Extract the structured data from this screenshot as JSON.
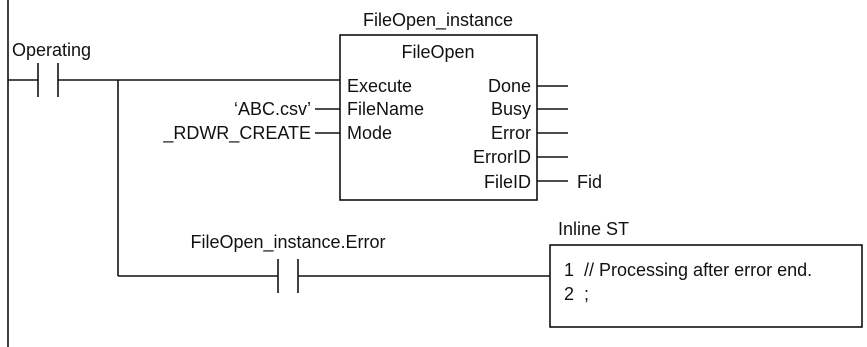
{
  "rung": {
    "input_contact_label": "Operating",
    "error_contact_label": "FileOpen_instance.Error"
  },
  "function_block": {
    "instance_name": "FileOpen_instance",
    "type_name": "FileOpen",
    "inputs": [
      "Execute",
      "FileName",
      "Mode"
    ],
    "outputs": [
      "Done",
      "Busy",
      "Error",
      "ErrorID",
      "FileID"
    ],
    "input_values": {
      "filename": "‘ABC.csv’",
      "mode": "_RDWR_CREATE"
    },
    "output_values": {
      "fileid": "Fid"
    }
  },
  "inline_st": {
    "title": "Inline ST",
    "lines": [
      "1  // Processing after error end.",
      "2  ;"
    ]
  }
}
